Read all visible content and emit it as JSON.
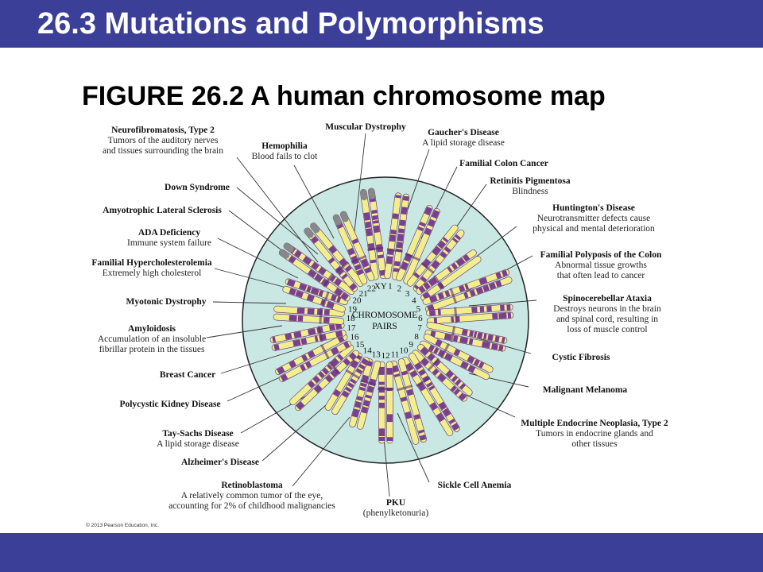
{
  "slide": {
    "title": "26.3 Mutations and Polymorphisms"
  },
  "figure": {
    "title": "FIGURE 26.2  A human chromosome map",
    "center_lines": [
      "CHROMOSOME",
      "PAIRS"
    ],
    "copyright": "© 2013 Pearson Education, Inc."
  },
  "chromosome_numbers": [
    "XY",
    "1",
    "2",
    "3",
    "4",
    "5",
    "6",
    "7",
    "8",
    "9",
    "10",
    "11",
    "12",
    "13",
    "14",
    "15",
    "16",
    "17",
    "18",
    "19",
    "20",
    "21",
    "22"
  ],
  "colors": {
    "bar": "#3b3f97",
    "disk": "#c9e7e3",
    "disk_stroke": "#222222",
    "band_purple": "#7a3f8f",
    "band_yellow": "#f2ee8e",
    "band_gray": "#888888"
  },
  "labels": [
    {
      "name": "Neurofibromatosis, Type 2",
      "desc": [
        "Tumors of the auditory nerves",
        "and tissues surrounding the brain"
      ]
    },
    {
      "name": "Muscular Dystrophy",
      "desc": []
    },
    {
      "name": "Gaucher's Disease",
      "desc": [
        "A lipid storage disease"
      ]
    },
    {
      "name": "Hemophilia",
      "desc": [
        "Blood fails to clot"
      ]
    },
    {
      "name": "Familial Colon Cancer",
      "desc": []
    },
    {
      "name": "Retinitis Pigmentosa",
      "desc": [
        "Blindness"
      ]
    },
    {
      "name": "Down Syndrome",
      "desc": []
    },
    {
      "name": "Huntington's Disease",
      "desc": [
        "Neurotransmitter defects cause",
        "physical and mental deterioration"
      ]
    },
    {
      "name": "Amyotrophic Lateral Sclerosis",
      "desc": []
    },
    {
      "name": "ADA Deficiency",
      "desc": [
        "Immune system failure"
      ]
    },
    {
      "name": "Familial Polyposis of the Colon",
      "desc": [
        "Abnormal tissue growths",
        "that often lead to cancer"
      ]
    },
    {
      "name": "Familial Hypercholesterolemia",
      "desc": [
        "Extremely high cholesterol"
      ]
    },
    {
      "name": "Spinocerebellar Ataxia",
      "desc": [
        "Destroys neurons in the brain",
        "and spinal cord, resulting in",
        "loss of muscle control"
      ]
    },
    {
      "name": "Myotonic Dystrophy",
      "desc": []
    },
    {
      "name": "Amyloidosis",
      "desc": [
        "Accumulation of an insoluble",
        "fibrillar protein in the tissues"
      ]
    },
    {
      "name": "Cystic Fibrosis",
      "desc": []
    },
    {
      "name": "Breast Cancer",
      "desc": []
    },
    {
      "name": "Malignant Melanoma",
      "desc": []
    },
    {
      "name": "Polycystic Kidney Disease",
      "desc": []
    },
    {
      "name": "Multiple Endocrine Neoplasia, Type 2",
      "desc": [
        "Tumors in endocrine glands and",
        "other tissues"
      ]
    },
    {
      "name": "Tay-Sachs Disease",
      "desc": [
        "A lipid storage disease"
      ]
    },
    {
      "name": "Alzheimer's Disease",
      "desc": []
    },
    {
      "name": "Sickle Cell Anemia",
      "desc": []
    },
    {
      "name": "Retinoblastoma",
      "desc": [
        "A relatively common tumor of the eye,",
        "accounting for 2% of childhood malignancies"
      ]
    },
    {
      "name": "PKU",
      "desc": [
        "(phenylketonuria)"
      ]
    }
  ]
}
